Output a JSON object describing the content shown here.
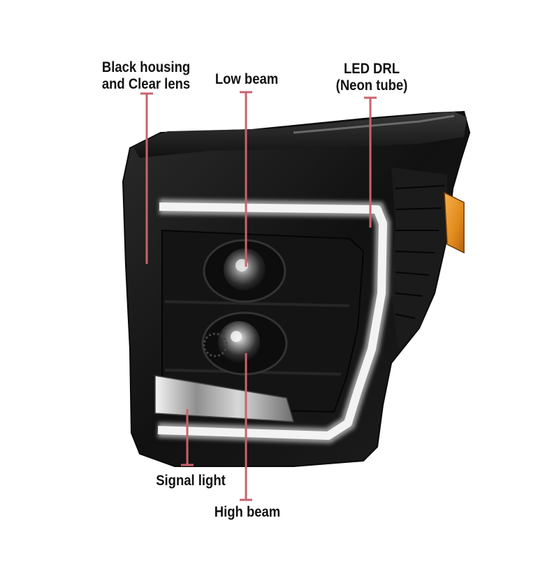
{
  "callouts": {
    "housing": {
      "line1": "Black housing",
      "line2": "and Clear lens"
    },
    "low_beam": "Low beam",
    "drl": {
      "line1": "LED DRL",
      "line2": "(Neon tube)"
    },
    "signal_light": "Signal light",
    "high_beam": "High beam"
  },
  "colors": {
    "background": "#ffffff",
    "housing": "#151515",
    "leader_line": "#c9636b",
    "amber_marker": "#e08a1c",
    "drl_glow": "#f2f2f2",
    "text": "#111111"
  }
}
